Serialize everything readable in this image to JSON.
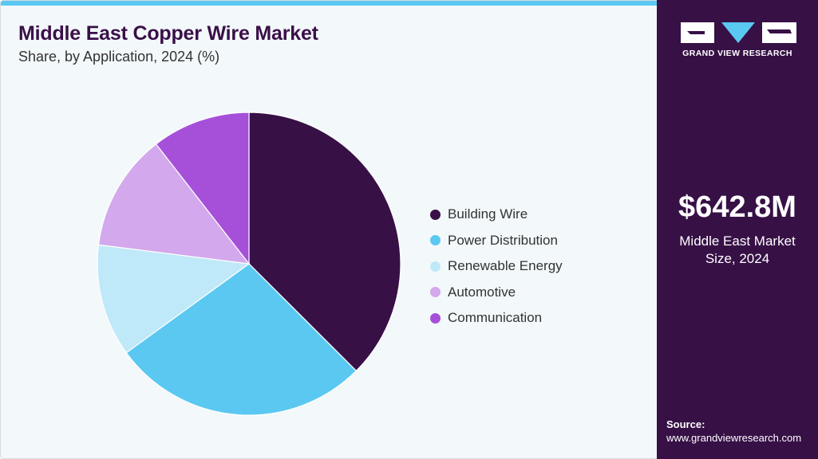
{
  "header": {
    "title": "Middle East Copper Wire Market",
    "subtitle": "Share, by Application, 2024 (%)"
  },
  "chart_data": {
    "type": "pie",
    "title": "Middle East Copper Wire Market",
    "subtitle": "Share, by Application, 2024 (%)",
    "categories": [
      "Building Wire",
      "Power Distribution",
      "Renewable Energy",
      "Automotive",
      "Communication"
    ],
    "values": [
      37.5,
      27.5,
      12.0,
      12.5,
      10.5
    ],
    "colors": [
      "#371046",
      "#5bc8f2",
      "#bfe9f9",
      "#d3a8ec",
      "#a650d9"
    ],
    "start_angle": "12 o'clock",
    "direction": "clockwise",
    "legend_position": "right"
  },
  "legend": {
    "items": [
      {
        "label": "Building Wire",
        "color": "#371046"
      },
      {
        "label": "Power Distribution",
        "color": "#5bc8f2"
      },
      {
        "label": "Renewable Energy",
        "color": "#bfe9f9"
      },
      {
        "label": "Automotive",
        "color": "#d3a8ec"
      },
      {
        "label": "Communication",
        "color": "#a650d9"
      }
    ]
  },
  "sidebar": {
    "logo_text": "GRAND VIEW RESEARCH",
    "market_value": "$642.8M",
    "market_label_line1": "Middle East Market",
    "market_label_line2": "Size, 2024",
    "source_label": "Source:",
    "source_url": "www.grandviewresearch.com"
  },
  "colors": {
    "accent": "#5bc8f2",
    "brand": "#371046",
    "background": "#f3f8fb"
  }
}
